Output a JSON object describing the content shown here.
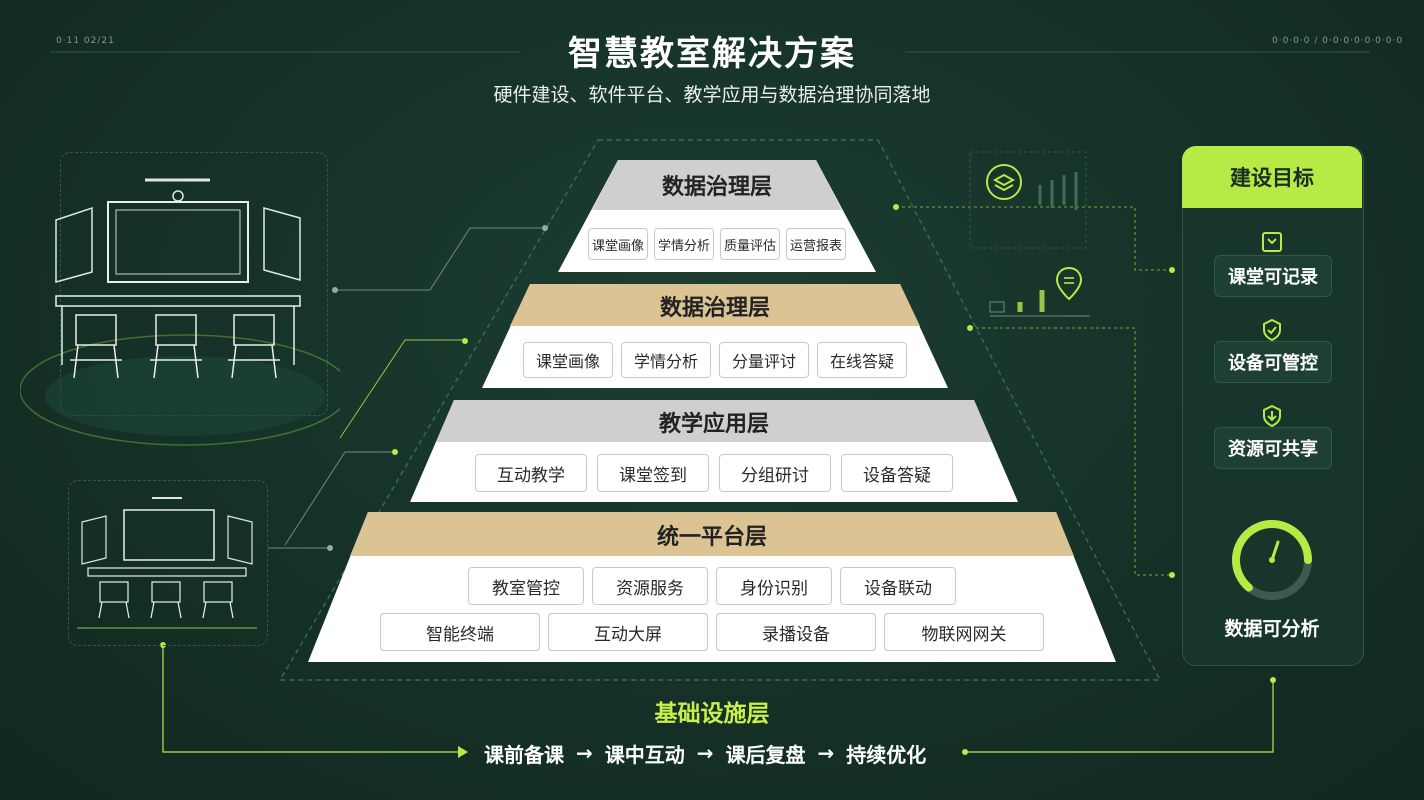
{
  "title": "智慧教室解决方案",
  "subtitle": "硬件建设、软件平台、教学应用与数据治理协同落地",
  "corner_left": "0·11 02/21",
  "corner_right": "0·0·0·0 / 0·0·0·0·0·0·0·0",
  "layers": [
    {
      "name": "数据治理层",
      "chips": [
        "课堂画像",
        "学情分析",
        "质量评估",
        "运营报表"
      ]
    },
    {
      "name": "数据治理层",
      "chips": [
        "课堂画像",
        "学情分析",
        "分量评讨",
        "在线答疑"
      ]
    },
    {
      "name": "教学应用层",
      "chips": [
        "互动教学",
        "课堂签到",
        "分组研讨",
        "设备答疑"
      ]
    },
    {
      "name": "统一平台层",
      "chips": [
        "教室管控",
        "资源服务",
        "身份识别",
        "设备联动"
      ],
      "chips2": [
        "智能终端",
        "互动大屏",
        "录播设备",
        "物联网网关"
      ]
    }
  ],
  "base_layer": "基础设施层",
  "flow": [
    "课前备课",
    "课中互动",
    "课后复盘",
    "持续优化"
  ],
  "flow_arrow": "→",
  "goals": {
    "header": "建设目标",
    "items": [
      "课堂可记录",
      "设备可管控",
      "资源可共享"
    ],
    "gauge_label": "数据可分析"
  },
  "colors": {
    "accent": "#b6ea45",
    "gray_band": "#cfcfcf",
    "gold_band": "#dcc394",
    "background": "#163329"
  }
}
